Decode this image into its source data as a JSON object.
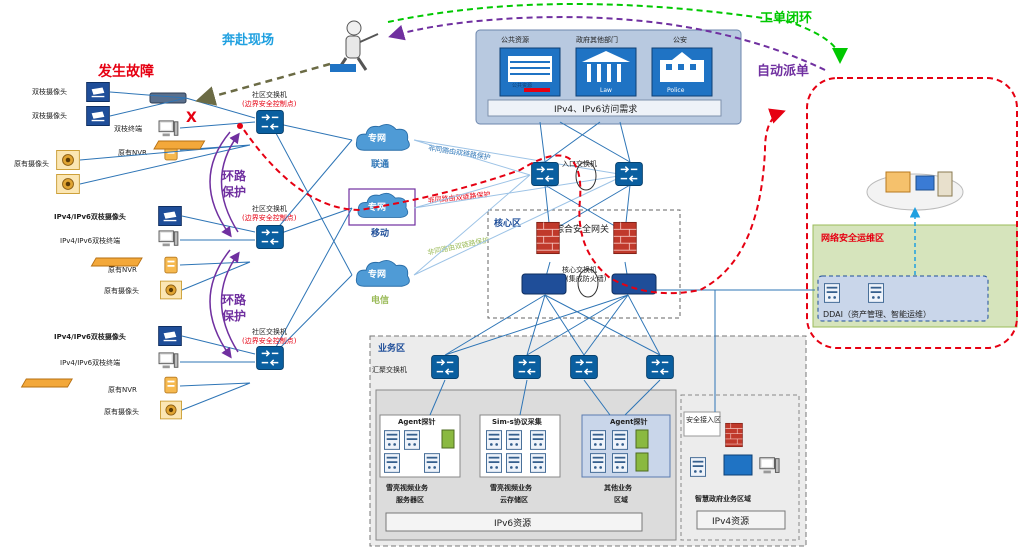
{
  "annotations": {
    "fault": "发生故障",
    "dispatch_onsite": "奔赴现场",
    "ticket_loop": "工单闭环",
    "auto_dispatch": "自动派单",
    "ring1": [
      "环路",
      "保护"
    ],
    "ring2": [
      "环路",
      "保护"
    ],
    "fault_mark": "X"
  },
  "gov": {
    "labels": [
      "公共资源",
      "政府其他部门",
      "公安"
    ],
    "icon_texts": [
      "公共资源",
      "Law",
      "Police"
    ],
    "access_demand": "IPv4、IPv6访问需求"
  },
  "isp": [
    {
      "name": "联通",
      "badge": "专网",
      "note": "非同路由双链路保护",
      "color": "#2e75b6"
    },
    {
      "name": "移动",
      "badge": "专网",
      "note": "非同路由双链路保护",
      "color": "#1f4e99"
    },
    {
      "name": "电信",
      "badge": "专网",
      "note": "非同路由双链路保护",
      "color": "#9bbb59"
    }
  ],
  "entry_switch": "入口交换机",
  "core": {
    "label": "核心区",
    "gateway": "综合安全网关",
    "core_switch": [
      "核心交换机",
      "(集成防火墙)"
    ]
  },
  "community": [
    {
      "switch_label": "社区交换机",
      "switch_sub": "(边界安全控制点)",
      "devices": [
        "双枝摄像头",
        "双枝摄像头",
        "双枝终端",
        "原有NVR",
        "原有摄像头"
      ]
    },
    {
      "switch_label": "社区交换机",
      "switch_sub": "(边界安全控制点)",
      "devices": [
        "IPv4/IPv6双枝摄像头",
        "IPv4/IPv6双枝终端",
        "原有NVR",
        "原有摄像头"
      ]
    },
    {
      "switch_label": "社区交换机",
      "switch_sub": "(边界安全控制点)",
      "devices": [
        "IPv4/IPv6双枝摄像头",
        "IPv4/IPv6双枝终端",
        "原有NVR",
        "原有摄像头"
      ]
    }
  ],
  "business": {
    "label": "业务区",
    "agg_switch": "汇聚交换机",
    "zones": [
      {
        "title": "Agent探针",
        "name": [
          "雪亮视频业务",
          "服务器区"
        ]
      },
      {
        "title": "Sim-s协议采集",
        "name": [
          "雪亮视频业务",
          "云存储区"
        ]
      },
      {
        "title": "Agent探针",
        "name": [
          "其他业务",
          "区域"
        ]
      },
      {
        "title": "安全接入区",
        "name": [
          "智慧政府业务区域"
        ]
      }
    ],
    "ipv6_pool": "IPv6资源",
    "ipv4_pool": "IPv4资源"
  },
  "ops": {
    "label": "网络安全运维区",
    "ddai": "DDAI（资产管理、智能运维）"
  },
  "colors": {
    "red": "#e60012",
    "green": "#00c800",
    "purple": "#7030a0",
    "olive": "#6b6b45",
    "blue_line": "#2e75b6",
    "gov_bg": "#b8c9e0",
    "ops_bg": "#d6e4bc"
  }
}
